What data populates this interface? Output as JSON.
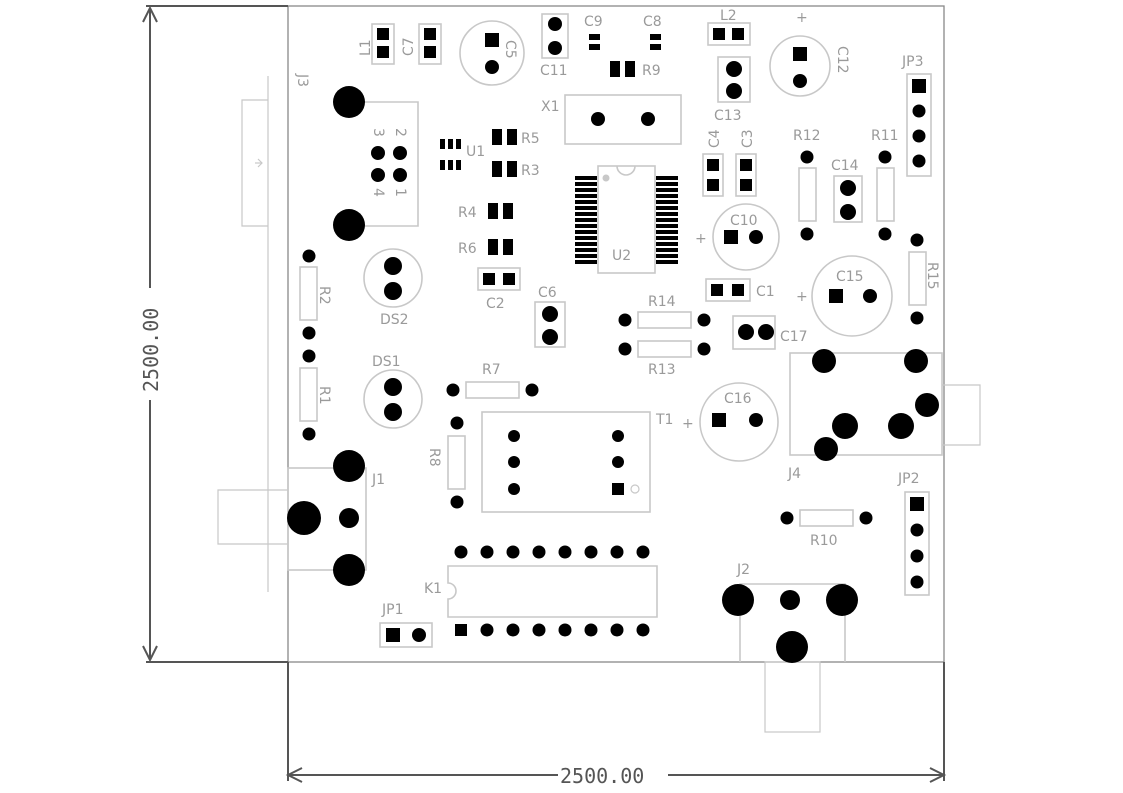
{
  "board": {
    "width_label": "2500.00",
    "height_label": "2500.00"
  },
  "labels": {
    "L1": "L1",
    "C7": "C7",
    "C5": "C5",
    "C11": "C11",
    "C9": "C9",
    "C8": "C8",
    "R9": "R9",
    "L2": "L2",
    "C12": "C12",
    "C13": "C13",
    "JP3": "JP3",
    "J3": "J3",
    "X1": "X1",
    "R5": "R5",
    "U1": "U1",
    "R3": "R3",
    "C4": "C4",
    "C3": "C3",
    "R12": "R12",
    "R11": "R11",
    "C14": "C14",
    "R4": "R4",
    "R6": "R6",
    "C10": "C10",
    "U2": "U2",
    "C2": "C2",
    "R2": "R2",
    "DS2": "DS2",
    "C15": "C15",
    "R15": "R15",
    "C1": "C1",
    "C6": "C6",
    "R14": "R14",
    "C17": "C17",
    "R13": "R13",
    "DS1": "DS1",
    "R7": "R7",
    "R1": "R1",
    "C16": "C16",
    "T1": "T1",
    "J4": "J4",
    "R8": "R8",
    "J1": "J1",
    "JP2": "JP2",
    "R10": "R10",
    "J2": "J2",
    "K1": "K1",
    "JP1": "JP1",
    "j3_pin2": "2",
    "j3_pin3": "3",
    "j3_pin1": "1",
    "j3_pin4": "4",
    "plus_c10": "+",
    "plus_c12": "+",
    "plus_c15": "+",
    "plus_c16": "+"
  }
}
